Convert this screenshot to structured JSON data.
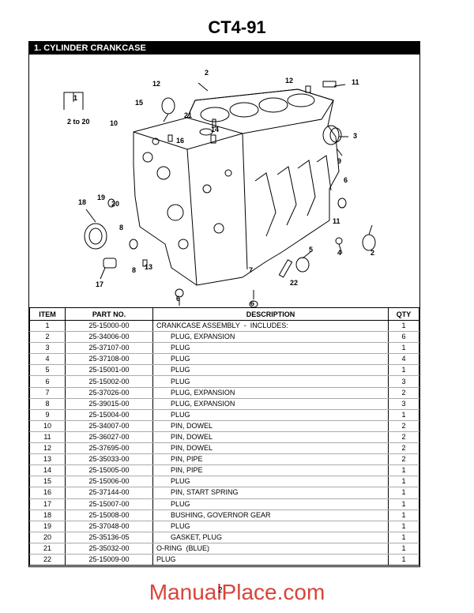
{
  "header": {
    "title": "CT4-91"
  },
  "section": {
    "title": "1.  CYLINDER CRANKCASE"
  },
  "diagram": {
    "callouts": [
      "1",
      "2 to 20",
      "2",
      "12",
      "12",
      "11",
      "3",
      "15",
      "10",
      "21",
      "14",
      "16",
      "9",
      "6",
      "19",
      "20",
      "18",
      "17",
      "8",
      "13",
      "8",
      "7",
      "6",
      "6",
      "11",
      "4",
      "2",
      "5",
      "22"
    ]
  },
  "table": {
    "headers": {
      "item": "ITEM",
      "part": "PART NO.",
      "desc": "DESCRIPTION",
      "qty": "QTY"
    },
    "rows": [
      {
        "item": "1",
        "part": "25-15000-00",
        "desc": "CRANKCASE ASSEMBLY  -  INCLUDES:",
        "indent": false,
        "qty": "1"
      },
      {
        "item": "2",
        "part": "25-34006-00",
        "desc": "PLUG, EXPANSION",
        "indent": true,
        "qty": "6"
      },
      {
        "item": "3",
        "part": "25-37107-00",
        "desc": "PLUG",
        "indent": true,
        "qty": "1"
      },
      {
        "item": "4",
        "part": "25-37108-00",
        "desc": "PLUG",
        "indent": true,
        "qty": "4"
      },
      {
        "item": "5",
        "part": "25-15001-00",
        "desc": "PLUG",
        "indent": true,
        "qty": "1"
      },
      {
        "item": "6",
        "part": "25-15002-00",
        "desc": "PLUG",
        "indent": true,
        "qty": "3"
      },
      {
        "item": "7",
        "part": "25-37026-00",
        "desc": "PLUG, EXPANSION",
        "indent": true,
        "qty": "2"
      },
      {
        "item": "8",
        "part": "25-39015-00",
        "desc": "PLUG, EXPANSION",
        "indent": true,
        "qty": "3"
      },
      {
        "item": "9",
        "part": "25-15004-00",
        "desc": "PLUG",
        "indent": true,
        "qty": "1"
      },
      {
        "item": "10",
        "part": "25-34007-00",
        "desc": "PIN, DOWEL",
        "indent": true,
        "qty": "2"
      },
      {
        "item": "11",
        "part": "25-36027-00",
        "desc": "PIN, DOWEL",
        "indent": true,
        "qty": "2"
      },
      {
        "item": "12",
        "part": "25-37695-00",
        "desc": "PIN, DOWEL",
        "indent": true,
        "qty": "2"
      },
      {
        "item": "13",
        "part": "25-35033-00",
        "desc": "PIN, PIPE",
        "indent": true,
        "qty": "2"
      },
      {
        "item": "14",
        "part": "25-15005-00",
        "desc": "PIN, PIPE",
        "indent": true,
        "qty": "1"
      },
      {
        "item": "15",
        "part": "25-15006-00",
        "desc": "PLUG",
        "indent": true,
        "qty": "1"
      },
      {
        "item": "16",
        "part": "25-37144-00",
        "desc": "PIN, START SPRING",
        "indent": true,
        "qty": "1"
      },
      {
        "item": "17",
        "part": "25-15007-00",
        "desc": "PLUG",
        "indent": true,
        "qty": "1"
      },
      {
        "item": "18",
        "part": "25-15008-00",
        "desc": "BUSHING, GOVERNOR GEAR",
        "indent": true,
        "qty": "1"
      },
      {
        "item": "19",
        "part": "25-37048-00",
        "desc": "PLUG",
        "indent": true,
        "qty": "1"
      },
      {
        "item": "20",
        "part": "25-35136-05",
        "desc": "GASKET, PLUG",
        "indent": true,
        "qty": "1"
      },
      {
        "item": "21",
        "part": "25-35032-00",
        "desc": "O-RING  (BLUE)",
        "indent": false,
        "qty": "1"
      },
      {
        "item": "22",
        "part": "25-15009-00",
        "desc": "PLUG",
        "indent": false,
        "qty": "1"
      }
    ]
  },
  "footer": {
    "watermark": "ManualPlace.com",
    "page": "2"
  }
}
